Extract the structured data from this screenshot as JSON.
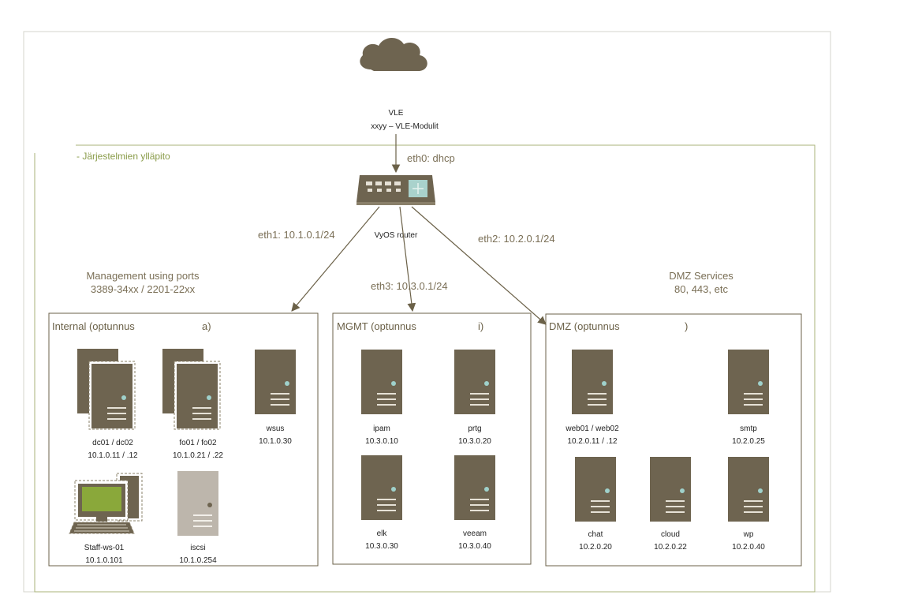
{
  "cloud": {
    "name": "VLE",
    "subtitle": "xxyy – VLE-Modulit"
  },
  "outer_box": {
    "title": "- Järjestelmien ylläpito"
  },
  "router": {
    "name": "VyOS router",
    "uplink": "eth0: dhcp",
    "links": {
      "eth1": "eth1: 10.1.0.1/24",
      "eth2": "eth2: 10.2.0.1/24",
      "eth3": "eth3: 10.3.0.1/24"
    }
  },
  "notes": {
    "management": [
      "Management using ports",
      "3389-34xx / 2201-22xx"
    ],
    "dmz": [
      "DMZ Services",
      "80, 443, etc"
    ]
  },
  "panels": {
    "internal": {
      "title": "Internal (optunnus",
      "title_tail": "a)",
      "hosts": [
        {
          "name": "dc01 / dc02",
          "ip": "10.1.0.11 / .12"
        },
        {
          "name": "fo01 / fo02",
          "ip": "10.1.0.21 / .22"
        },
        {
          "name": "wsus",
          "ip": "10.1.0.30"
        },
        {
          "name": "Staff-ws-01",
          "ip": "10.1.0.101"
        },
        {
          "name": "iscsi",
          "ip": "10.1.0.254"
        }
      ]
    },
    "mgmt": {
      "title": "MGMT (optunnus",
      "title_tail": "i)",
      "hosts": [
        {
          "name": "ipam",
          "ip": "10.3.0.10"
        },
        {
          "name": "prtg",
          "ip": "10.3.0.20"
        },
        {
          "name": "elk",
          "ip": "10.3.0.30"
        },
        {
          "name": "veeam",
          "ip": "10.3.0.40"
        }
      ]
    },
    "dmz": {
      "title": "DMZ (optunnus",
      "title_tail": ")",
      "hosts": [
        {
          "name": "web01 / web02",
          "ip": "10.2.0.11 / .12"
        },
        {
          "name": "smtp",
          "ip": "10.2.0.25"
        },
        {
          "name": "chat",
          "ip": "10.2.0.20"
        },
        {
          "name": "cloud",
          "ip": "10.2.0.22"
        },
        {
          "name": "wp",
          "ip": "10.2.0.40"
        }
      ]
    }
  },
  "colors": {
    "server": "#6e6450",
    "server_light": "#bdb6ac",
    "led": "#9fd1cb",
    "line": "#7a6f56",
    "green": "#8a9c4a",
    "screen": "#8aa83a"
  }
}
